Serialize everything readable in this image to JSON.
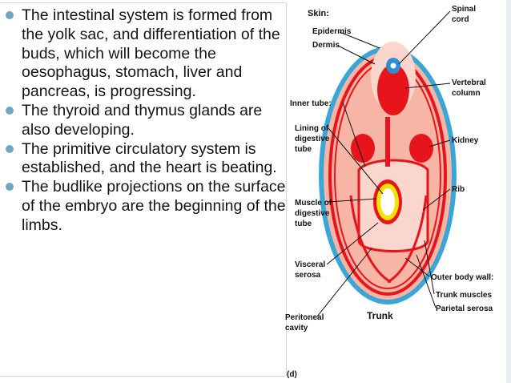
{
  "bullets": [
    {
      "text": "The intestinal system is formed from the yolk sac, and differentiation of the buds, which will become the oesophagus, stomach, liver and pancreas, is progressing."
    },
    {
      "text": "The thyroid and thymus glands are also developing."
    },
    {
      "text": "The primitive circulatory system is established, and the heart is beating."
    },
    {
      "text": "The budlike projections on the surface of the embryo are the beginning of the limbs."
    }
  ],
  "diagram": {
    "labels": {
      "skin": "Skin:",
      "epidermis": "Epidermis",
      "dermis": "Dermis",
      "spinal_cord_1": "Spinal",
      "spinal_cord_2": "cord",
      "vertebral_1": "Vertebral",
      "vertebral_2": "column",
      "inner_tube": "Inner tube:",
      "lining_1": "Lining of",
      "lining_2": "digestive",
      "lining_3": "tube",
      "kidney": "Kidney",
      "rib": "Rib",
      "muscle_1": "Muscle of",
      "muscle_2": "digestive",
      "muscle_3": "tube",
      "visceral_1": "Visceral",
      "visceral_2": "serosa",
      "outer_body_wall": "Outer body wall:",
      "trunk_muscles": "Trunk muscles",
      "parietal_serosa": "Parietal serosa",
      "peritoneal_1": "Peritoneal",
      "peritoneal_2": "cavity",
      "trunk": "Trunk",
      "panel": "(d)"
    },
    "colors": {
      "outer_ring": "#3aa6d8",
      "body": "#f7b5a5",
      "tissue_red": "#e8141c",
      "pale_red": "#fbd6cc",
      "gut_lumen": "#ffffff",
      "gut_yellow": "#f2e400",
      "spinal_cord": "#2d8fd0"
    }
  }
}
